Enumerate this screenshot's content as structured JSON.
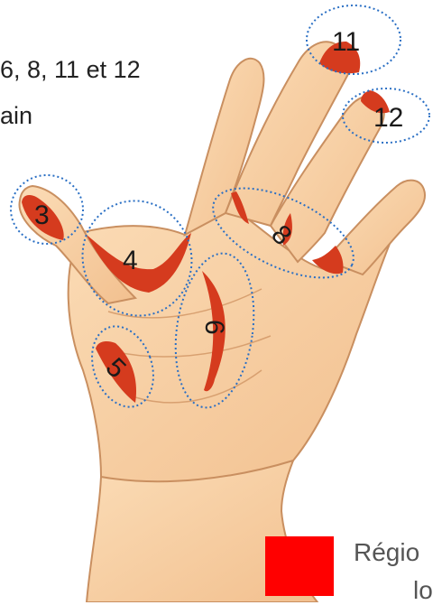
{
  "caption": {
    "line1": "6, 8, 11 et 12",
    "line2": "ain"
  },
  "zones": {
    "z3": "3",
    "z4": "4",
    "z5": "5",
    "z6": "6",
    "z8": "8",
    "z11": "11",
    "z12": "12"
  },
  "legend": {
    "text1": "Régio",
    "text2": "lo",
    "swatch_color": "#ff0000"
  },
  "colors": {
    "skin": "#f9d2a6",
    "skin_shadow": "#eab483",
    "outline": "#c98f60",
    "highlight": "#d53b1e",
    "ellipse": "#2a6fc4"
  }
}
